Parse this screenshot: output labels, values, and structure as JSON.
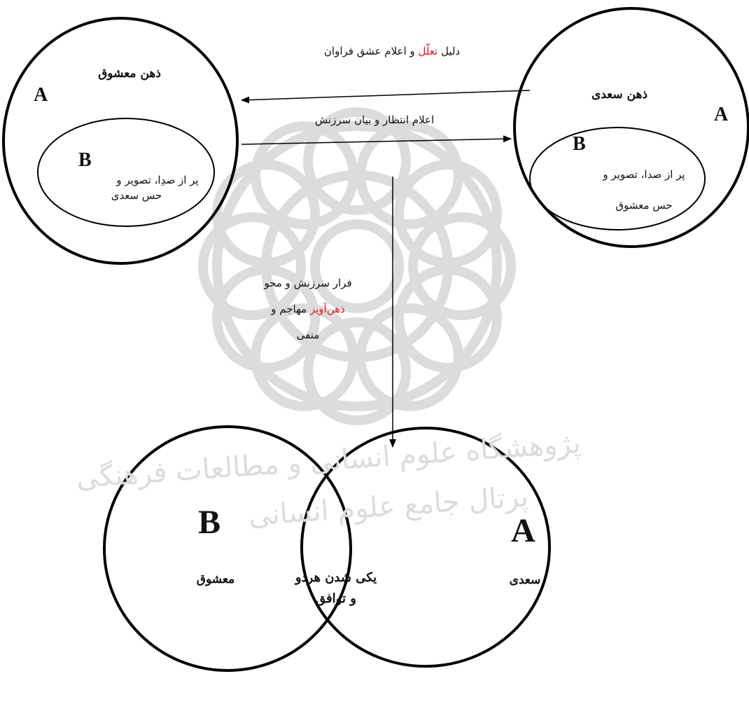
{
  "watermark": {
    "line1": "پژوهشگاه علوم انسانی و مطالعات فرهنگی",
    "line2": "پرتال جامع علوم انسانی"
  },
  "top_left_circle": {
    "title": "ذهن معشوق",
    "outer_letter": "A",
    "inner_letter": "B",
    "inner_text_line1": "پر از صدِا، تصویر و",
    "inner_text_line2": "حس سعدی"
  },
  "top_right_circle": {
    "title": "ذهن سعدی",
    "outer_letter": "A",
    "inner_letter": "B",
    "inner_text_line1": "پر از صدا، تصویر و",
    "inner_text_line2": "حس معشوق"
  },
  "arrow_right_to_left": {
    "label_prefix": "دلیل ",
    "label_highlight": "تعلّل",
    "label_suffix": " و اعلام عشق فراوان"
  },
  "arrow_left_to_right": {
    "label": "اعلام انتظار و بیان سرزنش"
  },
  "arrow_down": {
    "line1": "فرار سرزنش و محو",
    "line2_highlight": "ذهن‌آویز",
    "line2_suffix": " مهاجم و",
    "line3": "منفی"
  },
  "venn": {
    "left_letter": "B",
    "left_label": "معشوق",
    "right_letter": "A",
    "right_label": "سعدی",
    "center_line1": "یکی شدن هردو",
    "center_line2": "و توافق"
  },
  "colors": {
    "stroke": "#000000",
    "highlight": "#e0191c",
    "watermark": "#d9d9d9"
  }
}
